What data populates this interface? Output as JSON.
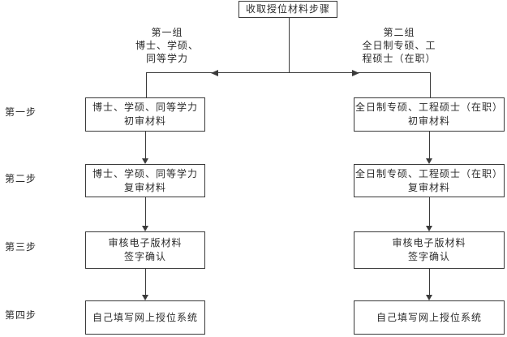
{
  "title": {
    "text": "收取授位材料步骤"
  },
  "group_labels": {
    "left": {
      "line1": "第一组",
      "line2": "博士、学硕、",
      "line3": "同等学力"
    },
    "right": {
      "line1": "第二组",
      "line2": "全日制专硕、工",
      "line3": "程硕士（在职）"
    }
  },
  "step_labels": {
    "step1": "第一步",
    "step2": "第二步",
    "step3": "第三步",
    "step4": "第四步"
  },
  "left_column": [
    {
      "line1": "博士、学硕、同等学力",
      "line2": "初审材料"
    },
    {
      "line1": "博士、学硕、同等学力",
      "line2": "复审材料"
    },
    {
      "line1": "审核电子版材料",
      "line2": "签字确认"
    },
    {
      "line1": "自己填写网上授位系统",
      "line2": ""
    }
  ],
  "right_column": [
    {
      "line1": "全日制专硕、工程硕士（在职）",
      "line2": "初审材料"
    },
    {
      "line1": "全日制专硕、工程硕士（在职）",
      "line2": "复审材料"
    },
    {
      "line1": "审核电子版材料",
      "line2": "签字确认"
    },
    {
      "line1": "自己填写网上授位系统",
      "line2": ""
    }
  ],
  "colors": {
    "line": "#3a3a3a",
    "text": "#2b2b2b",
    "background": "#ffffff"
  }
}
